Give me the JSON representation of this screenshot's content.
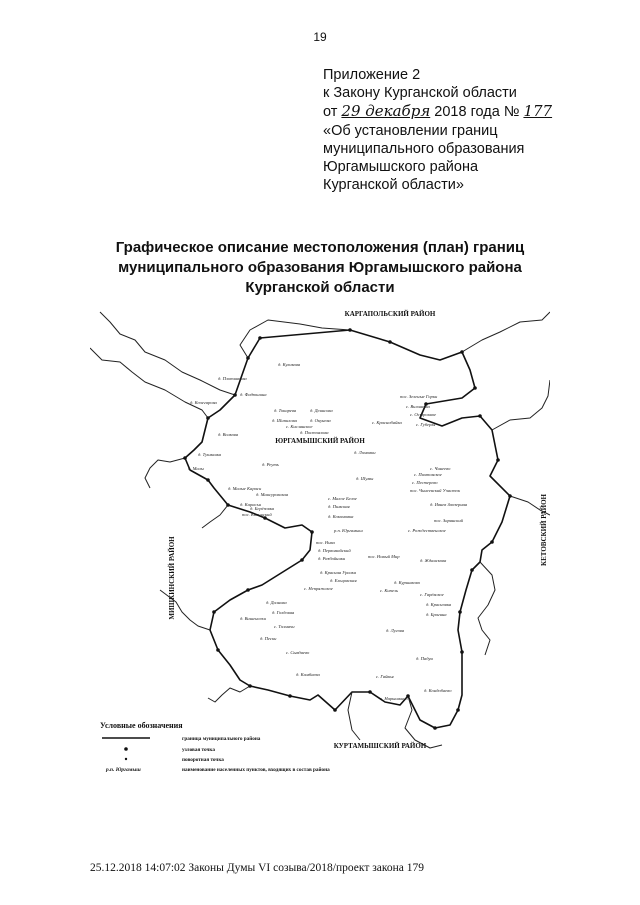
{
  "page_number": "19",
  "appendix": {
    "line1": "Приложение 2",
    "line2": "к Закону Курганской области",
    "line3_prefix": "от",
    "line3_day_month_handwritten": "29 декабря",
    "line3_year": "2018 года №",
    "line3_number_handwritten": "177",
    "line4": "«Об установлении границ",
    "line5": "муниципального образования",
    "line6": "Юргамышского района",
    "line7": "Курганской области»"
  },
  "title": {
    "line1": "Графическое описание местоположения (план) границ",
    "line2": "муниципального образования Юргамышского района",
    "line3": "Курганской области"
  },
  "map": {
    "neighbors": {
      "north": "КАРГАПОЛЬСКИЙ РАЙОН",
      "east": "КЕТОВСКИЙ РАЙОН",
      "south": "КУРТАМЫШСКИЙ РАЙОН",
      "west": "МИШКИНСКИЙ РАЙОН"
    },
    "district_label": "ЮРГАМЫШСКИЙ РАЙОН",
    "settlements": [
      "д. Куликова",
      "д. Плотникова",
      "д. Кочегарова",
      "д. Фадюшина",
      "д. Токарева",
      "д. Денисова",
      "д. Шипилова",
      "д. Окунева",
      "с. Кислянское",
      "д. Постоялова",
      "д. Волкова",
      "д. Тукманка",
      "д. Реуть",
      "д. Малы",
      "д. Малые Караси",
      "д. Мансуровская",
      "д. Карасьи",
      "д. Берёзовка",
      "пос. Калинский",
      "пос. Зеленые Горки",
      "с. Вилшинка",
      "с. Островное",
      "с. Краснобайка",
      "с. Губерля",
      "д. Ломовки",
      "д. Шумы",
      "с. Чинеево",
      "с. Пихтовское",
      "с. Пестерево",
      "пос. Чинеевский Участок",
      "д. Ивнев Заозерная",
      "пос. Зарянский",
      "с. Малое Белое",
      "д. Пимская",
      "д. Кокомовка",
      "р.п. Юргамыш",
      "пос. Нива",
      "д. Первомайский",
      "д. Разбойники",
      "пос. Новый Мир",
      "с. Рождественское",
      "д. Жданскова",
      "д. Красная Уралка",
      "д. Ельцовская",
      "с. Непряжское",
      "д. Куршаково",
      "с. Кипель",
      "с. Гарёвское",
      "д. Красновка",
      "д. Брагина",
      "д. Далнова",
      "д. Голдовая",
      "д. Вишенсеки",
      "с. Толмачи",
      "д. Пески",
      "д. Лугова",
      "с. Сывдаево",
      "д. Падун",
      "д. Камбаева",
      "с. Гайвья",
      "д. Кондобаево",
      "с. Нарышкино"
    ]
  },
  "legend": {
    "title": "Условные обозначения",
    "items": [
      {
        "symbol": "line",
        "label": "граница муниципального района"
      },
      {
        "symbol": "dot",
        "label": "узловая точка"
      },
      {
        "symbol": "dot",
        "label": "поворотная точка"
      },
      {
        "symbol": "text",
        "sample": "р.п. Юргамыш",
        "label": "наименование населенных пунктов, входящих в состав района"
      }
    ]
  },
  "footer": "25.12.2018 14:07:02 Законы Думы VI созыва/2018/проект закона 179"
}
